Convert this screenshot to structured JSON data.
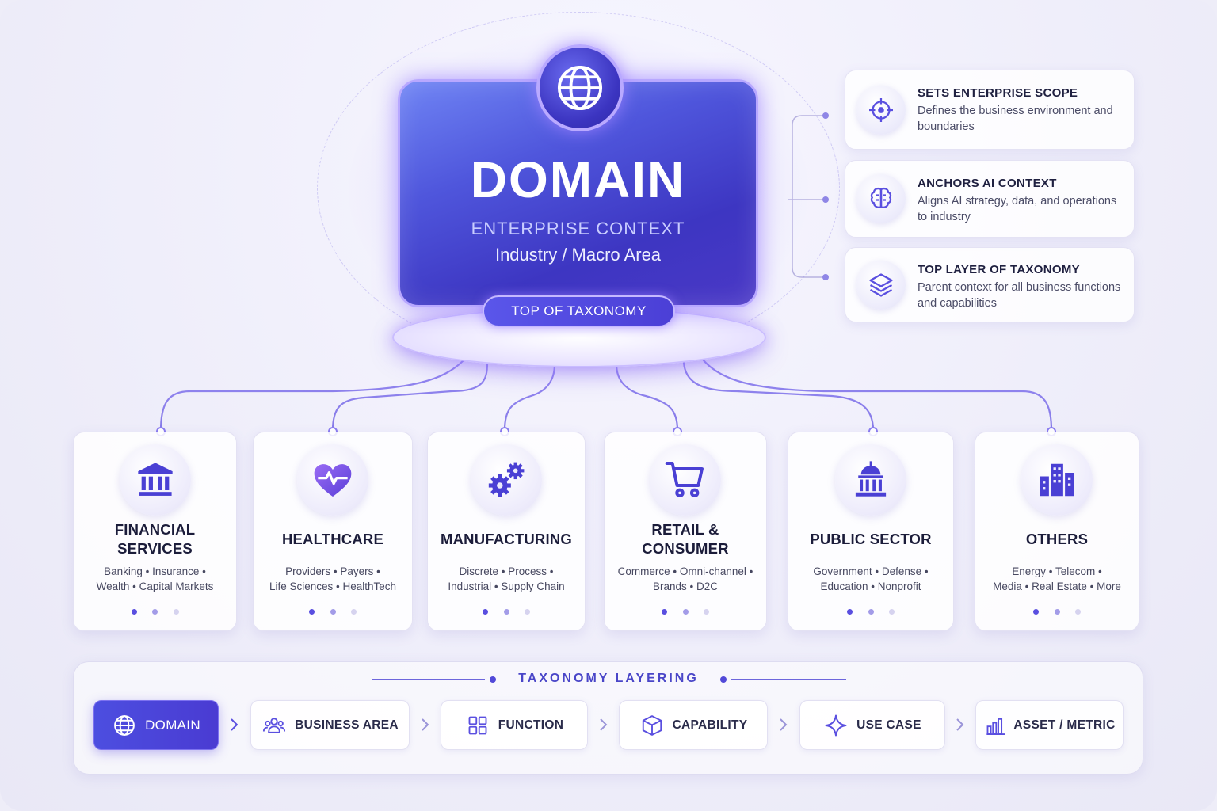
{
  "hero": {
    "title": "DOMAIN",
    "subtitle": "ENTERPRISE CONTEXT",
    "caption": "Industry / Macro Area",
    "badge": "TOP OF TAXONOMY"
  },
  "features": [
    {
      "title": "SETS ENTERPRISE SCOPE",
      "desc": "Defines the business environment and boundaries",
      "icon": "target-icon"
    },
    {
      "title": "ANCHORS AI CONTEXT",
      "desc": "Aligns AI strategy, data, and operations to industry",
      "icon": "brain-icon"
    },
    {
      "title": "TOP LAYER OF TAXONOMY",
      "desc": "Parent context for all business functions and capabilities",
      "icon": "layers-icon"
    }
  ],
  "categories": [
    {
      "title": "FINANCIAL SERVICES",
      "line1": "Banking • Insurance •",
      "line2": "Wealth • Capital Markets",
      "icon": "bank-icon"
    },
    {
      "title": "HEALTHCARE",
      "line1": "Providers • Payers •",
      "line2": "Life Sciences • HealthTech",
      "icon": "heart-pulse-icon"
    },
    {
      "title": "MANUFACTURING",
      "line1": "Discrete • Process •",
      "line2": "Industrial • Supply Chain",
      "icon": "gears-icon"
    },
    {
      "title": "RETAIL & CONSUMER",
      "line1": "Commerce • Omni-channel •",
      "line2": "Brands • D2C",
      "icon": "cart-icon"
    },
    {
      "title": "PUBLIC SECTOR",
      "line1": "Government • Defense •",
      "line2": "Education • Nonprofit",
      "icon": "capitol-icon"
    },
    {
      "title": "OTHERS",
      "line1": "Energy • Telecom •",
      "line2": "Media • Real Estate • More",
      "icon": "buildings-icon"
    }
  ],
  "layering": {
    "title": "TAXONOMY LAYERING",
    "steps": [
      {
        "label": "DOMAIN",
        "icon": "globe-icon",
        "active": true
      },
      {
        "label": "BUSINESS AREA",
        "icon": "users-icon",
        "active": false
      },
      {
        "label": "FUNCTION",
        "icon": "grid-icon",
        "active": false
      },
      {
        "label": "CAPABILITY",
        "icon": "cube-icon",
        "active": false
      },
      {
        "label": "USE CASE",
        "icon": "sparkle-icon",
        "active": false
      },
      {
        "label": "ASSET / METRIC",
        "icon": "bar-chart-icon",
        "active": false
      }
    ]
  },
  "colors": {
    "accent": "#4a44d6",
    "accent_light": "#b8a8ff",
    "text_dark": "#1b1c3a",
    "background": "#eeedf8"
  }
}
